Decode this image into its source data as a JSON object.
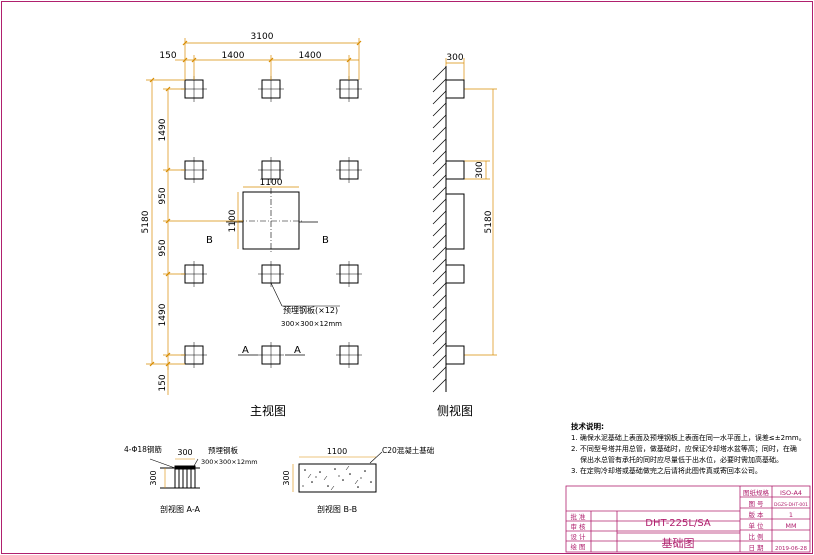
{
  "dims": {
    "top_total": "3100",
    "top_left": "150",
    "top_seg1": "1400",
    "top_seg2": "1400",
    "left_total": "5180",
    "left_1490_top": "1490",
    "left_950_a": "950",
    "left_950_b": "950",
    "left_1490_bot": "1490",
    "left_150_bot": "150",
    "center_w": "1100",
    "center_h": "1100",
    "side_top": "300",
    "side_plate": "300",
    "side_total": "5180"
  },
  "labels": {
    "section_b_left": "B",
    "section_b_right": "B",
    "section_a_left": "A",
    "section_a_right": "A",
    "plate_callout": "预埋钢板(×12)",
    "plate_size": "300×300×12mm",
    "main_view": "主视图",
    "side_view": "侧视图"
  },
  "section_aa": {
    "rebar": "4-Φ18钢筋",
    "width": "300",
    "plate": "预埋钢板",
    "plate_size": "300×300×12mm",
    "height": "300",
    "caption": "剖视图 A-A"
  },
  "section_bb": {
    "width": "1100",
    "concrete": "C20混凝土基础",
    "height": "300",
    "caption": "剖视图 B-B"
  },
  "notes": {
    "title": "技术说明:",
    "l1": "1. 确保水泥基础上表面及预埋钢板上表面在同一水平面上，误差≤±2mm。",
    "l2": "2. 不同型号塔并用总管，做基础时，应保证冷却塔水盆等高；同时，在确",
    "l2b": "保出水总管有承托的同时应尽量低于出水位，必要时需加高基础。",
    "l3": "3. 在定购冷却塔或基础做完之后请将此图传真或寄回本公司。"
  },
  "title_block": {
    "spec_label": "图纸规格",
    "spec_value": "ISO-A4",
    "no_label": "图 号",
    "no_value": "DGZS-DHT-001",
    "ver_label": "版 本",
    "ver_value": "1",
    "unit_label": "单 位",
    "unit_value": "MM",
    "scale_label": "比 例",
    "scale_value": "",
    "date_label": "日 期",
    "date_value": "2019-06-28",
    "approve": "批 准",
    "review": "审 核",
    "design": "设 计",
    "draw": "绘 图",
    "model": "DHT-225L/SA",
    "drawing_name": "基础图"
  },
  "colors": {
    "frame": "#b0206e",
    "dim": "#d98c00",
    "line": "#000000"
  }
}
